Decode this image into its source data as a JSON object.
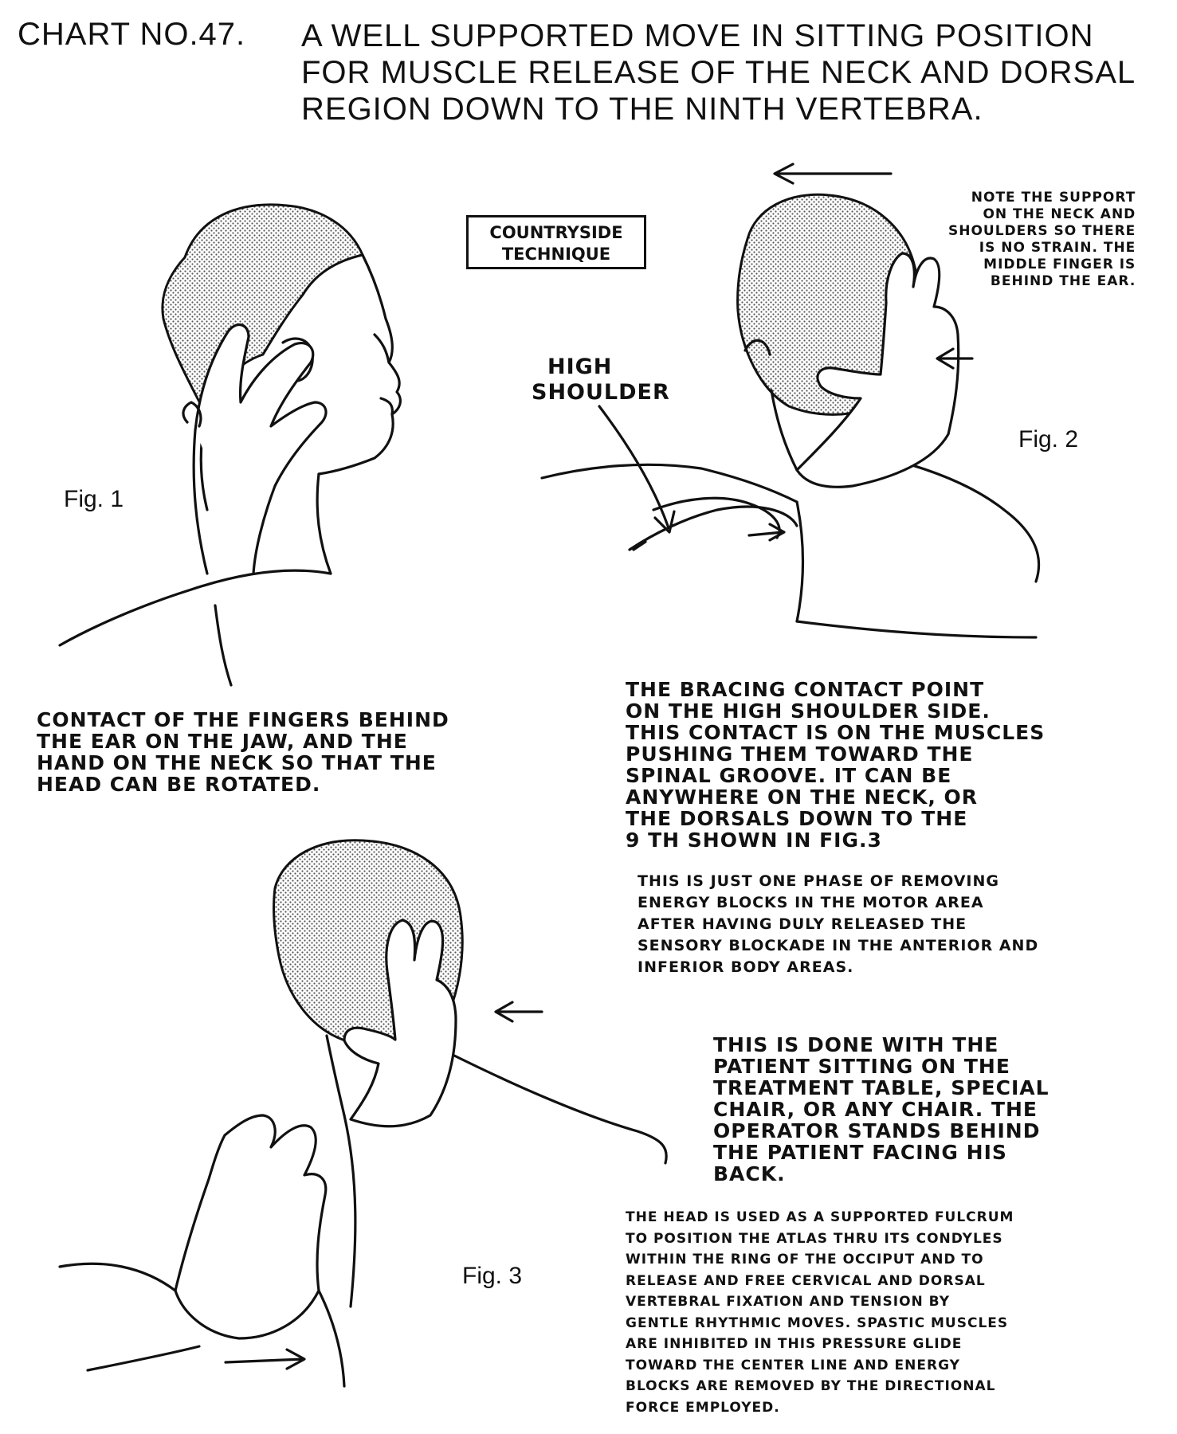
{
  "header": {
    "chart_number": "CHART NO.47.",
    "title_lines": [
      "A WELL SUPPORTED MOVE IN SITTING POSITION",
      "FOR MUSCLE RELEASE OF THE NECK AND DORSAL",
      "REGION DOWN TO THE NINTH VERTEBRA."
    ]
  },
  "technique_box": {
    "lines": [
      "COUNTRYSIDE",
      "TECHNIQUE"
    ]
  },
  "figures": {
    "fig1_label": "Fig. 1",
    "fig2_label": "Fig. 2",
    "fig3_label": "Fig. 3"
  },
  "labels": {
    "high_shoulder": [
      "HIGH",
      "SHOULDER"
    ]
  },
  "notes": {
    "support_note": [
      "NOTE THE SUPPORT",
      "ON THE NECK AND",
      "SHOULDERS SO THERE",
      "IS NO STRAIN. THE",
      "MIDDLE FINGER IS",
      "BEHIND THE EAR."
    ],
    "contact_note": [
      "CONTACT OF THE FINGERS BEHIND",
      "THE EAR  ON THE JAW, AND THE",
      "HAND ON THE NECK SO THAT THE",
      "HEAD CAN BE ROTATED."
    ],
    "bracing_note": [
      "THE BRACING CONTACT POINT",
      "ON THE HIGH SHOULDER SIDE.",
      "THIS CONTACT IS ON THE MUSCLES",
      "PUSHING THEM TOWARD THE",
      "SPINAL GROOVE. IT CAN BE",
      "ANYWHERE ON THE NECK, OR",
      "THE DORSALS DOWN TO THE",
      "9 TH SHOWN IN FIG.3"
    ],
    "phase_note": [
      "THIS IS JUST ONE PHASE OF REMOVING",
      "ENERGY BLOCKS IN THE MOTOR AREA",
      "AFTER HAVING DULY RELEASED THE",
      "SENSORY BLOCKADE IN THE ANTERIOR AND",
      "INFERIOR BODY AREAS."
    ],
    "sitting_note": [
      "THIS IS DONE WITH THE",
      "PATIENT SITTING ON THE",
      "TREATMENT TABLE, SPECIAL",
      "CHAIR, OR ANY CHAIR. THE",
      "OPERATOR STANDS BEHIND",
      "THE PATIENT FACING HIS",
      "BACK."
    ],
    "fulcrum_note": [
      "THE HEAD IS USED AS A SUPPORTED FULCRUM",
      "TO POSITION THE ATLAS THRU ITS CONDYLES",
      "WITHIN THE RING OF THE OCCIPUT AND TO",
      "RELEASE AND FREE CERVICAL AND DORSAL",
      "VERTEBRAL FIXATION AND TENSION BY",
      "GENTLE RHYTHMIC MOVES. SPASTIC MUSCLES",
      "ARE INHIBITED IN THIS PRESSURE GLIDE",
      "TOWARD THE CENTER LINE AND ENERGY",
      "BLOCKS ARE REMOVED BY THE DIRECTIONAL",
      "FORCE EMPLOYED."
    ]
  }
}
